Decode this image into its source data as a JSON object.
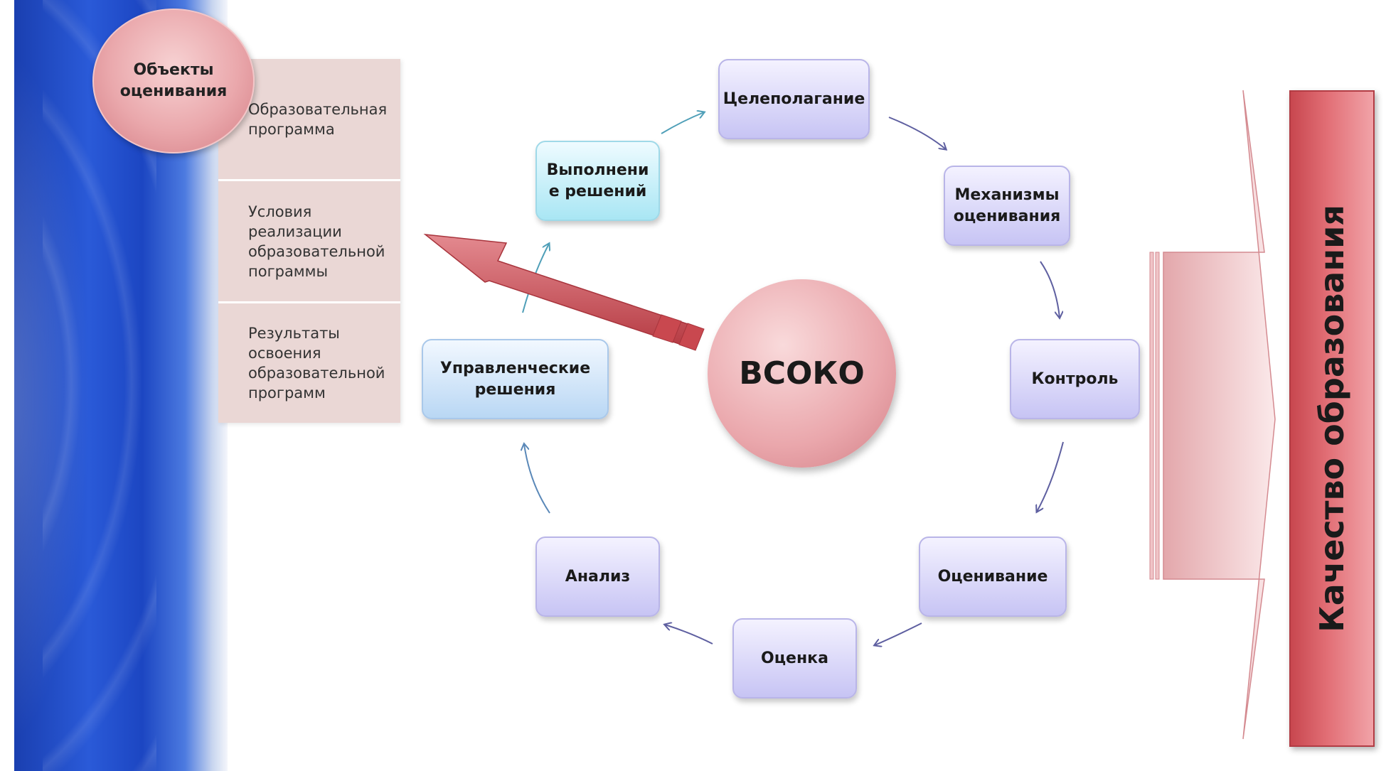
{
  "objects": {
    "title": "Объекты\nоценивания",
    "items": [
      "Образовательная\nпрограмма",
      "Условия\nреализации\nобразовательной\nпограммы",
      "Результаты\nосвоения\nобразовательной\nпрограмм"
    ]
  },
  "center": {
    "label": "ВСОКО"
  },
  "cycle": [
    "Целеполагание",
    "Механизмы\nоценивания",
    "Контроль",
    "Оценивание",
    "Оценка",
    "Анализ",
    "Управленческие\nрешения",
    "Выполнени\nе решений"
  ],
  "quality": {
    "label": "Качество образования"
  },
  "colors": {
    "lavender_node": "#c7c4f4",
    "cyan_node": "#a9e6f4",
    "blue_node": "#b9d7f4",
    "pink_circle": "#eaa8ac",
    "red_arrow": "#c9484f",
    "quality_bar": "#d9565e"
  }
}
